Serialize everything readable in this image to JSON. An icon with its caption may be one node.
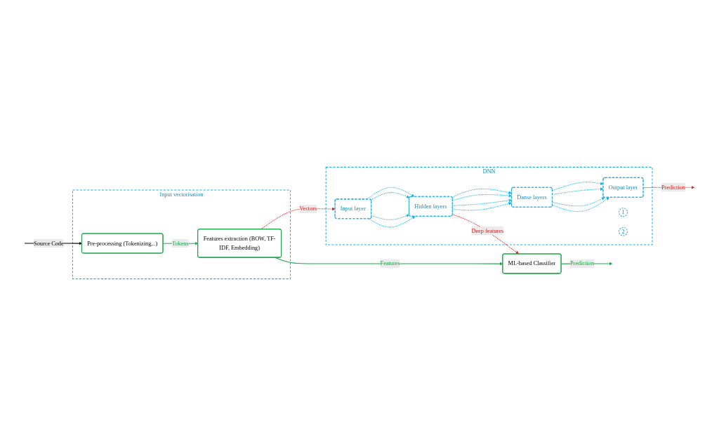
{
  "diagram": {
    "nodes": [
      {
        "text": [
          "Input vectorisation"
        ]
      },
      {
        "text": [
          "Pre-processing (Tokenizing,..)"
        ],
        "in": 0
      },
      {
        "text": [
          "Features extraction (BOW, TF-IDF, Embedding)"
        ],
        "in": 0
      },
      {
        "text": [
          "ML-based Classifier"
        ]
      },
      {
        "text": [
          "DNN"
        ]
      },
      {
        "text": [
          "Input layer"
        ],
        "in": 4
      },
      {
        "text": [
          "Hidden layers"
        ],
        "in": 4
      },
      {
        "text": [
          "Danse layers"
        ],
        "in": 4
      },
      {
        "text": [
          "Output layer"
        ],
        "in": 4
      },
      {
        "text": [
          "1"
        ],
        "in": 4
      },
      {
        "text": [
          "2"
        ],
        "in": 4
      }
    ],
    "edges": [
      {
        "from": null,
        "to": 1,
        "label": "Source Code",
        "arrow": "to",
        "color": "#000000"
      },
      {
        "from": 1,
        "to": 2,
        "label": "Tokens",
        "arrow": "to",
        "color": "#1aa84a"
      },
      {
        "from": 2,
        "to": 5,
        "label": "Vectors",
        "arrow": "to",
        "style": "dashed",
        "color": "#e01818"
      },
      {
        "from": 2,
        "to": 3,
        "label": "Features",
        "arrow": "to",
        "color": "#1aa84a"
      },
      {
        "from": 6,
        "to": 3,
        "label": "Deep features",
        "arrow": "to",
        "style": "dashed",
        "color": "#e01818"
      },
      {
        "from": 3,
        "to": null,
        "label": "Prediction",
        "arrow": "to",
        "color": "#1aa84a"
      },
      {
        "from": 8,
        "to": null,
        "label": "Prediction",
        "arrow": "to",
        "style": "dashed",
        "color": "#e01818"
      },
      {
        "from": 5,
        "to": 6,
        "arrow": "to",
        "style": "dashed"
      },
      {
        "from": 5,
        "to": 6,
        "arrow": "to",
        "style": "dashed"
      },
      {
        "from": 5,
        "to": 6,
        "arrow": "to",
        "style": "dashed"
      },
      {
        "from": 5,
        "to": 6,
        "arrow": "to",
        "style": "dashed"
      },
      {
        "from": 6,
        "to": 7,
        "arrow": "to",
        "style": "dashed"
      },
      {
        "from": 6,
        "to": 7,
        "arrow": "to",
        "style": "dashed"
      },
      {
        "from": 6,
        "to": 7,
        "arrow": "to",
        "style": "dashed"
      },
      {
        "from": 6,
        "to": 7,
        "arrow": "to",
        "style": "dashed"
      },
      {
        "from": 7,
        "to": 8,
        "arrow": "to",
        "style": "dashed"
      },
      {
        "from": 7,
        "to": 8,
        "arrow": "to",
        "style": "dashed"
      },
      {
        "from": 7,
        "to": 8,
        "arrow": "to",
        "style": "dashed"
      },
      {
        "from": 7,
        "to": 8,
        "arrow": "to",
        "style": "dashed"
      }
    ]
  }
}
